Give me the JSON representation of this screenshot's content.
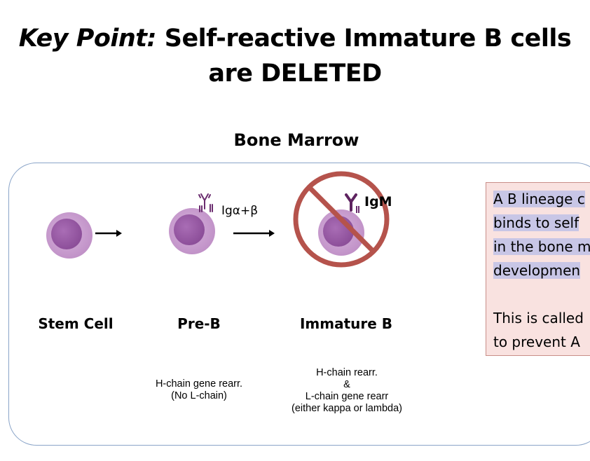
{
  "title": {
    "prefix": "Key Point:",
    "line1": "Self-reactive Immature B cells",
    "line2": "are DELETED"
  },
  "section_title": "Bone Marrow",
  "stages": [
    {
      "label": "Stem Cell"
    },
    {
      "label": "Pre-B",
      "marker": "Igα+β",
      "note": [
        "H-chain gene rearr.",
        "(No L-chain)"
      ]
    },
    {
      "label": "Immature B",
      "marker": "IgM",
      "note": [
        "H-chain rearr.",
        "&",
        "L-chain gene rearr",
        "(either kappa or lambda)"
      ]
    }
  ],
  "info_box": {
    "highlighted_lines": [
      "A B lineage c",
      "binds to self",
      "in the bone m",
      "developmen"
    ],
    "plain_lines": [
      "This is called",
      "to prevent A"
    ]
  },
  "colors": {
    "cell_outer": "#c9a0cf",
    "cell_inner": "#9a5ca6",
    "receptor": "#6b2d6f",
    "prohibited": "#b5534c",
    "box_border": "#8aa4c8",
    "info_bg": "#f9e2e0",
    "highlight": "#c8c6e6"
  }
}
